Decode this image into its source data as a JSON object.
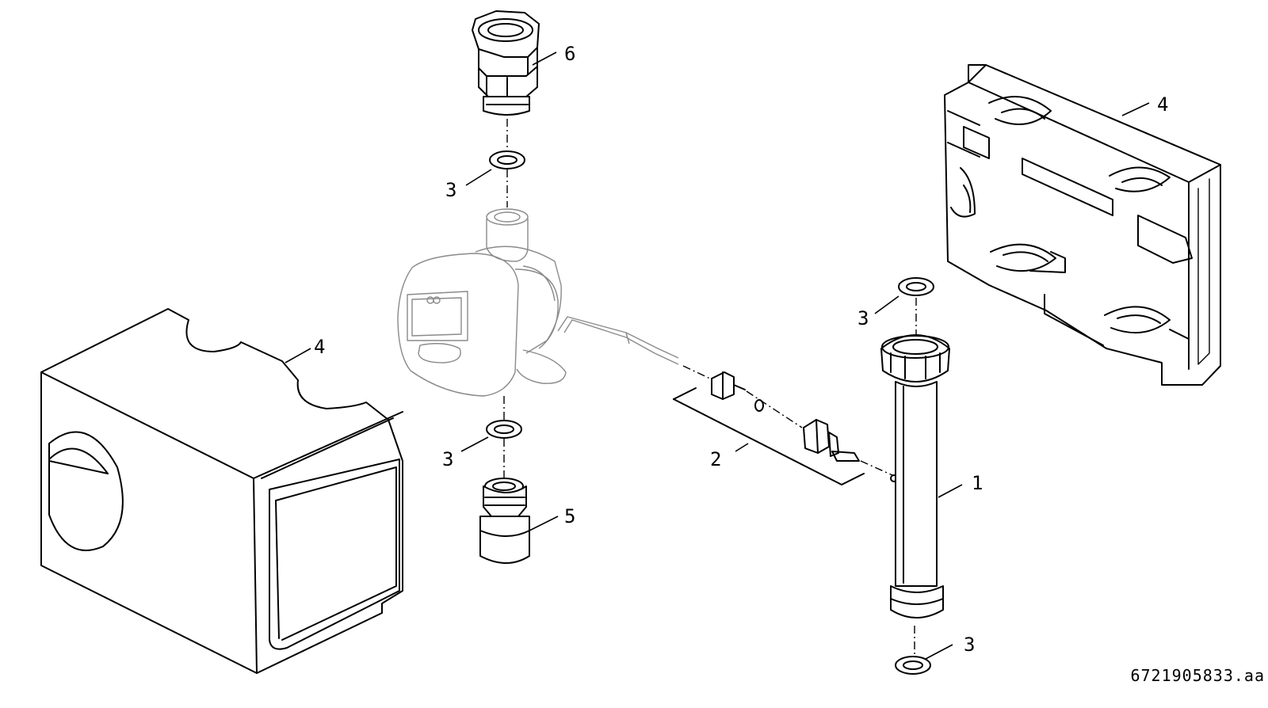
{
  "diagram": {
    "document_number": "6721905833.aa",
    "callouts": {
      "pipe": "1",
      "sensor_set": "2",
      "seal_pump_top": "3",
      "seal_pump_bottom": "3",
      "seal_pipe_top": "3",
      "seal_pipe_bottom": "3",
      "insulation_back": "4",
      "insulation_front": "4",
      "fitting_bottom": "5",
      "fitting_top": "6"
    }
  }
}
